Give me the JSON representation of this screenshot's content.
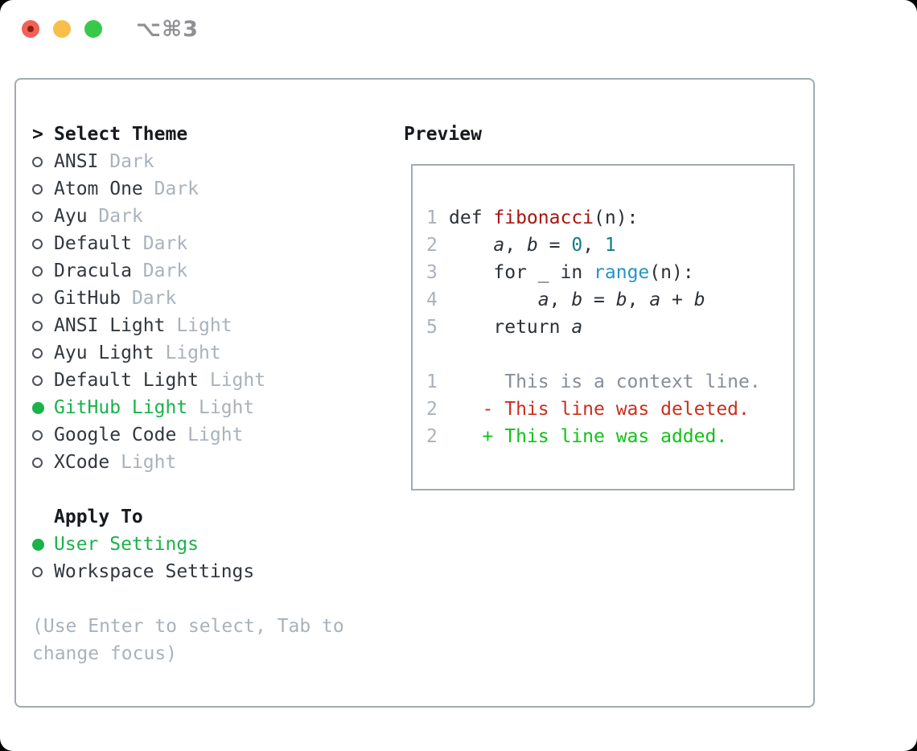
{
  "titlebar": {
    "title": "⌥⌘3",
    "buttons": [
      {
        "name": "close",
        "color": "#f26057"
      },
      {
        "name": "minimize",
        "color": "#f7bf4a"
      },
      {
        "name": "zoom",
        "color": "#37c84c"
      }
    ]
  },
  "theme_list": {
    "header_prefix": ">",
    "header": "Select Theme",
    "items": [
      {
        "name": "ANSI",
        "variant": "Dark",
        "selected": false
      },
      {
        "name": "Atom One",
        "variant": "Dark",
        "selected": false
      },
      {
        "name": "Ayu",
        "variant": "Dark",
        "selected": false
      },
      {
        "name": "Default",
        "variant": "Dark",
        "selected": false
      },
      {
        "name": "Dracula",
        "variant": "Dark",
        "selected": false
      },
      {
        "name": "GitHub",
        "variant": "Dark",
        "selected": false
      },
      {
        "name": "ANSI Light",
        "variant": "Light",
        "selected": false
      },
      {
        "name": "Ayu Light",
        "variant": "Light",
        "selected": false
      },
      {
        "name": "Default Light",
        "variant": "Light",
        "selected": false
      },
      {
        "name": "GitHub Light",
        "variant": "Light",
        "selected": true
      },
      {
        "name": "Google Code",
        "variant": "Light",
        "selected": false
      },
      {
        "name": "XCode",
        "variant": "Light",
        "selected": false
      }
    ]
  },
  "apply_to": {
    "header": "Apply To",
    "options": [
      {
        "label": "User Settings",
        "selected": true
      },
      {
        "label": "Workspace Settings",
        "selected": false
      }
    ]
  },
  "help_text": "(Use Enter to select, Tab to change focus)",
  "preview": {
    "header": "Preview",
    "code_lines": [
      {
        "num": "1",
        "tokens": [
          {
            "t": "kw",
            "s": "def "
          },
          {
            "t": "func",
            "s": "fibonacci"
          },
          {
            "t": "plain",
            "s": "(n):"
          }
        ]
      },
      {
        "num": "2",
        "tokens": [
          {
            "t": "plain",
            "s": "    "
          },
          {
            "t": "var",
            "s": "a"
          },
          {
            "t": "plain",
            "s": ", "
          },
          {
            "t": "var",
            "s": "b"
          },
          {
            "t": "plain",
            "s": " = "
          },
          {
            "t": "num",
            "s": "0"
          },
          {
            "t": "plain",
            "s": ", "
          },
          {
            "t": "num",
            "s": "1"
          }
        ]
      },
      {
        "num": "3",
        "tokens": [
          {
            "t": "plain",
            "s": "    "
          },
          {
            "t": "kw",
            "s": "for"
          },
          {
            "t": "plain",
            "s": " _ "
          },
          {
            "t": "kw",
            "s": "in"
          },
          {
            "t": "plain",
            "s": " "
          },
          {
            "t": "builtin",
            "s": "range"
          },
          {
            "t": "plain",
            "s": "(n):"
          }
        ]
      },
      {
        "num": "4",
        "tokens": [
          {
            "t": "plain",
            "s": "        "
          },
          {
            "t": "var",
            "s": "a"
          },
          {
            "t": "plain",
            "s": ", "
          },
          {
            "t": "var",
            "s": "b"
          },
          {
            "t": "plain",
            "s": " = "
          },
          {
            "t": "var",
            "s": "b"
          },
          {
            "t": "plain",
            "s": ", "
          },
          {
            "t": "var",
            "s": "a"
          },
          {
            "t": "plain",
            "s": " + "
          },
          {
            "t": "var",
            "s": "b"
          }
        ]
      },
      {
        "num": "5",
        "tokens": [
          {
            "t": "plain",
            "s": "    "
          },
          {
            "t": "kw",
            "s": "return"
          },
          {
            "t": "plain",
            "s": " "
          },
          {
            "t": "var",
            "s": "a"
          }
        ]
      }
    ],
    "diff_lines": [
      {
        "num": "1",
        "kind": "context",
        "text": "     This is a context line."
      },
      {
        "num": "2",
        "kind": "deleted",
        "text": "   - This line was deleted."
      },
      {
        "num": "2",
        "kind": "added",
        "text": "   + This line was added."
      }
    ]
  },
  "colors": {
    "accent_green": "#1ab24a",
    "code_function_red": "#a91411",
    "code_number_teal": "#0e7e86",
    "code_builtin_blue": "#2493c8",
    "diff_deleted_red": "#c9301f",
    "diff_added_green": "#0fc315",
    "muted_gray": "#a9b2bc",
    "border_gray": "#a2aab4"
  }
}
